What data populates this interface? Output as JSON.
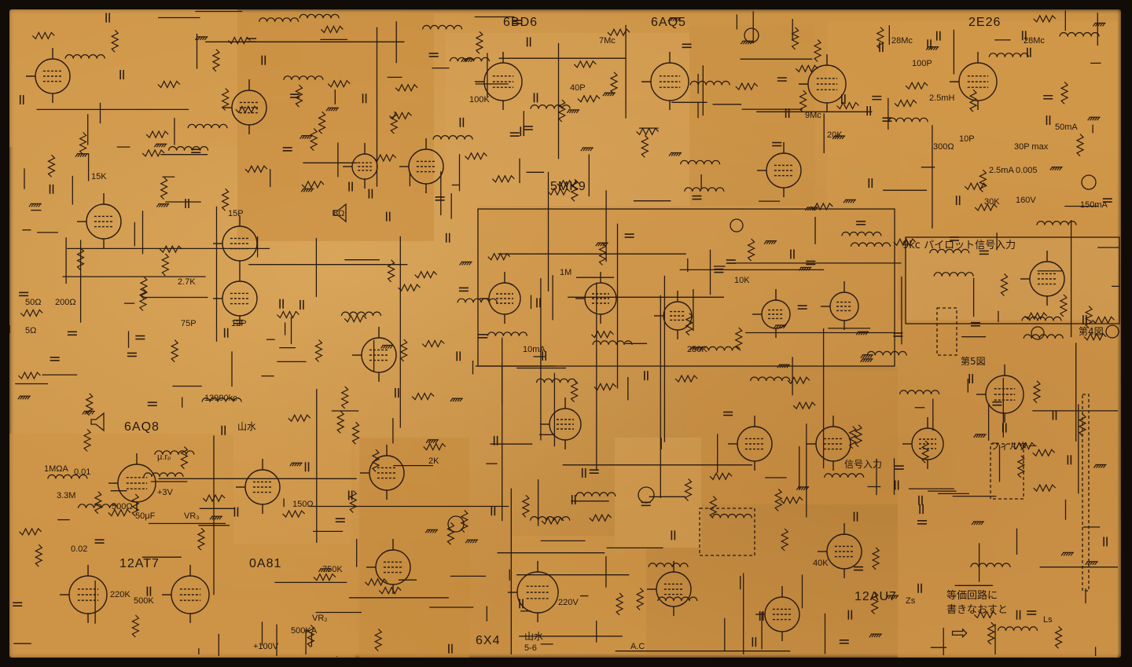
{
  "tube_labels": {
    "t1": "6BD6",
    "t2": "6AQ5",
    "t3": "2E26",
    "t4": "5MK9",
    "t5": "12AT7",
    "t6": "0A81",
    "t7": "6X4",
    "t8": "6AQ8",
    "t9": "12AU7"
  },
  "freq_labels": {
    "f1": "7Mc",
    "f2": "28Mc",
    "f3": "28Mc",
    "f4": "9Mc",
    "f5": "13990kc"
  },
  "component_labels": {
    "c1": "100P",
    "c2": "10P",
    "c3": "100K",
    "c4": "20K",
    "c5": "40P",
    "c6": "2.5mH",
    "c7": "300Ω",
    "c8": "30P max",
    "c9": "0.005",
    "c10": "2.5mA",
    "c11": "50mA",
    "c12": "150mA",
    "c13": "160V",
    "c14": "30K",
    "c15": "1M",
    "c16": "250K",
    "c17": "10mA",
    "c18": "3.3M",
    "c19": "0.01",
    "c20": "500Ω",
    "c21": "50μF",
    "c22": "+3V",
    "c23": "VR₃",
    "c24": "1MΩA",
    "c25": "220K",
    "c26": "500K",
    "c27": "+100V",
    "c28": "750K",
    "c29": "500KA",
    "c30": "220V",
    "c31": "50Ω",
    "c32": "200Ω",
    "c33": "5Ω",
    "c34": "8Ω",
    "c35": "2.7K",
    "c36": "75P",
    "c37": "12P",
    "c38": "15P",
    "c39": "5-6",
    "c40": "A.C",
    "c41": "150Ω",
    "c42": "0.02",
    "c43": "2K",
    "c44": "15K",
    "c45": "VR₂",
    "c46": "μ.rₚ",
    "c47": "Zs",
    "c48": "Ls",
    "c49": "40K",
    "c50": "10K"
  },
  "japanese_labels": {
    "j1": "9kc パイロット信号入力",
    "j2": "等価回路に",
    "j3": "書きなおすと",
    "j4": "第4図",
    "j5": "第5図",
    "j6": "山水",
    "j7": "山水",
    "j8": "信号入力",
    "j9": "フィルター"
  }
}
